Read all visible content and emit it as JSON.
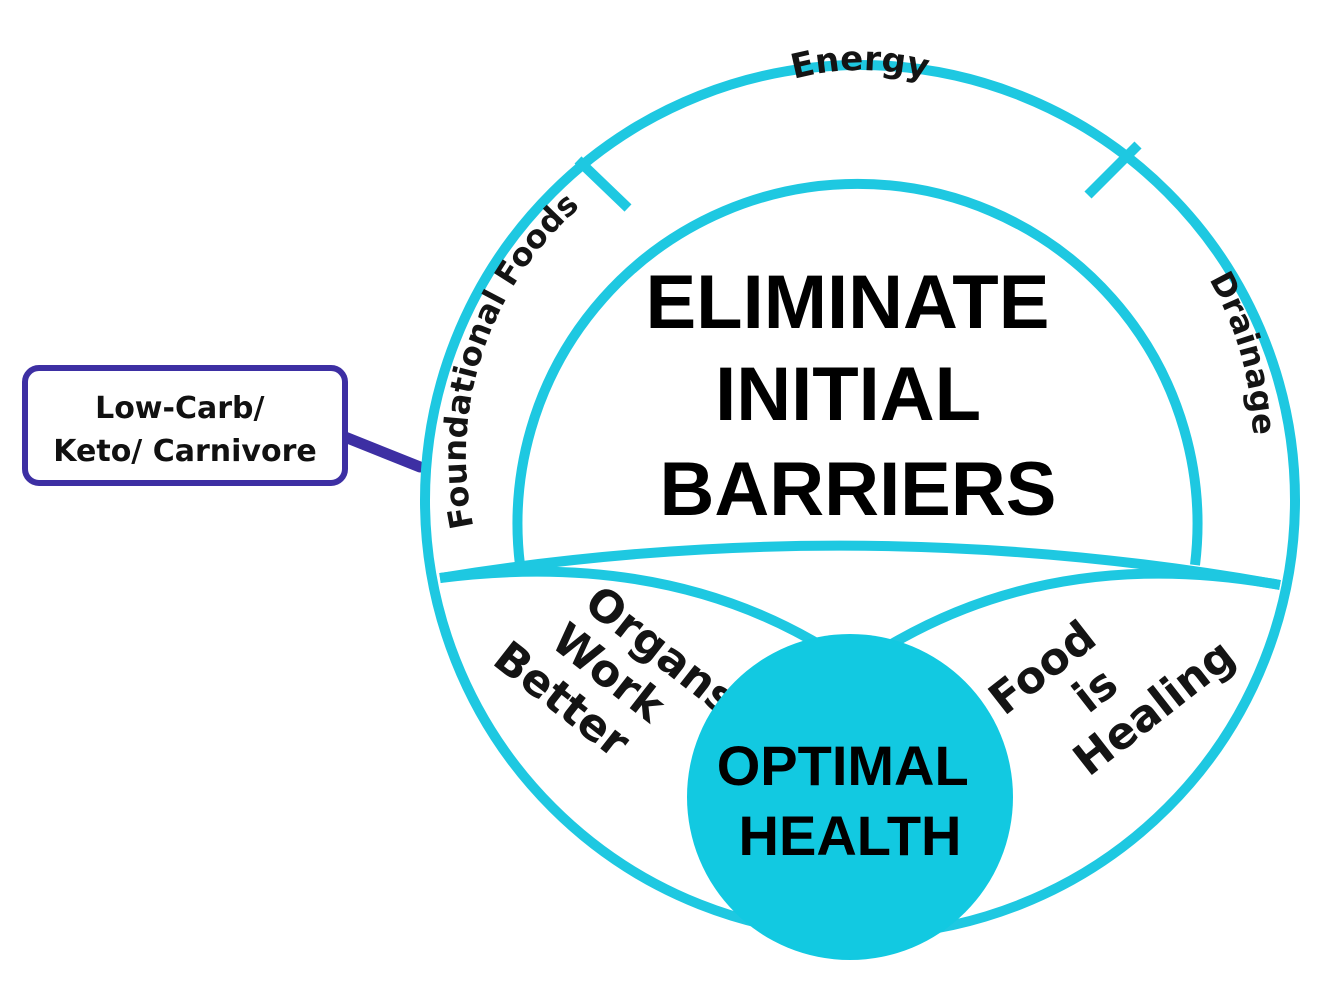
{
  "colors": {
    "ring": "#1ec8e1",
    "core_fill": "#12c9e1",
    "callout_border": "#3d2fa3",
    "text": "#111111"
  },
  "ring_segments": {
    "top": "Energy",
    "right": "Drainage",
    "left": "Foundational Foods"
  },
  "center": {
    "title_lines": [
      "ELIMINATE",
      "INITIAL",
      "BARRIERS"
    ]
  },
  "lower_left": {
    "lines": [
      "Organs",
      "Work",
      "Better"
    ]
  },
  "lower_right": {
    "lines": [
      "Food",
      "is",
      "Healing"
    ]
  },
  "core": {
    "lines": [
      "OPTIMAL",
      "HEALTH"
    ]
  },
  "callout": {
    "lines": [
      "Low-Carb/",
      "Keto/ Carnivore"
    ]
  }
}
